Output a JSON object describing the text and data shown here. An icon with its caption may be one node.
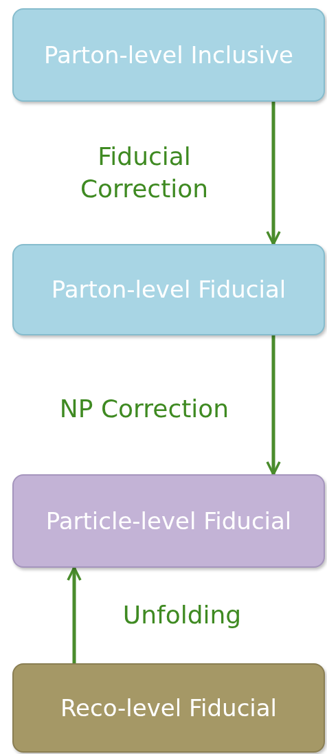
{
  "diagram": {
    "nodes": [
      {
        "text": [
          "Parton-level Inclusive"
        ]
      },
      {
        "text": [
          "Parton-level Fiducial"
        ]
      },
      {
        "text": [
          "Particle-level Fiducial"
        ]
      },
      {
        "text": [
          "Reco-level Fiducial"
        ]
      }
    ],
    "edges": [
      {
        "from": 0,
        "to": 1,
        "arrow": "to",
        "label": "Fiducial Correction"
      },
      {
        "from": 1,
        "to": 2,
        "arrow": "to",
        "label": "NP Correction"
      },
      {
        "from": 3,
        "to": 2,
        "arrow": "to",
        "label": "Unfolding"
      }
    ]
  }
}
